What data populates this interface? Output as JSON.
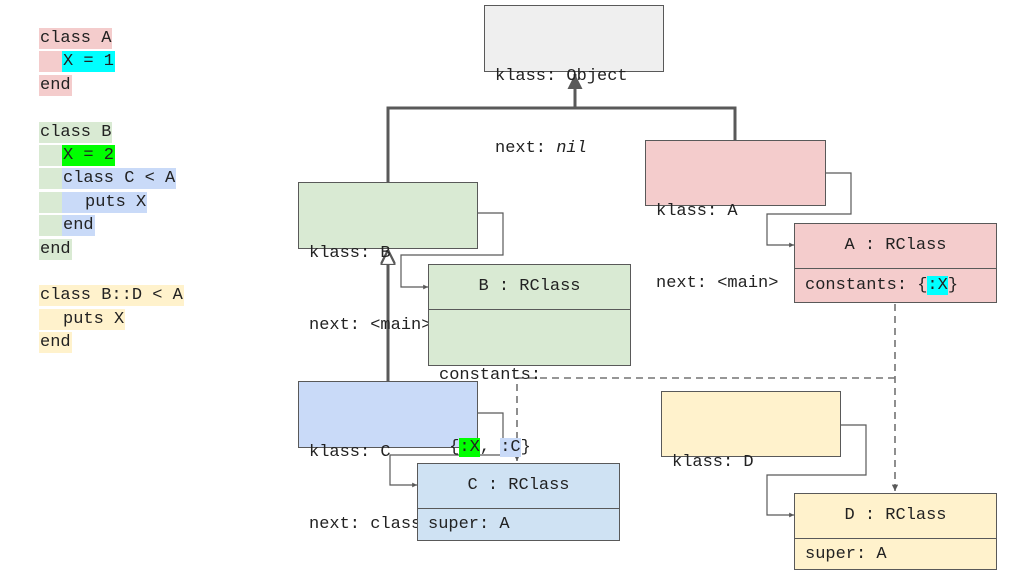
{
  "code": {
    "a_line1": "class A",
    "a_line2": "X = 1",
    "a_line3": "end",
    "b_line1": "class B",
    "b_line2": "X = 2",
    "c_line1": "class C < A",
    "c_line2": "puts X",
    "c_line3": "end",
    "b_line3": "end",
    "d_line1": "class B::D < A",
    "d_line2": "puts X",
    "d_line3": "end"
  },
  "diagram": {
    "object_klass": "klass: Object",
    "object_next_label": "next:",
    "object_next_value": "nil",
    "a_klass": "klass: A",
    "a_next": "next: <main>",
    "b_klass": "klass: B",
    "b_next": "next: <main>",
    "c_klass": "klass: C",
    "c_next": "next: class B",
    "d_klass": "klass: D",
    "a_rclass_title": "A : RClass",
    "a_rclass_constants_label": "constants: {",
    "a_rclass_const_x": ":X",
    "a_rclass_close": "}",
    "b_rclass_title": "B : RClass",
    "b_rclass_constants_label": "constants:",
    "b_rclass_open": " {",
    "b_rclass_const_x": ":X",
    "b_rclass_sep": ", ",
    "b_rclass_const_c": ":C",
    "b_rclass_close": "}",
    "c_rclass_title": "C : RClass",
    "c_rclass_super": "super: A",
    "d_rclass_title": "D : RClass",
    "d_rclass_super": "super: A"
  },
  "colors": {
    "class_a": "#f4cccc",
    "class_b": "#d9ead3",
    "class_c": "#c9daf8",
    "class_d": "#fff2cc",
    "object": "#efefef",
    "highlight_cyan": "#00ffff",
    "highlight_green": "#00ff00"
  }
}
